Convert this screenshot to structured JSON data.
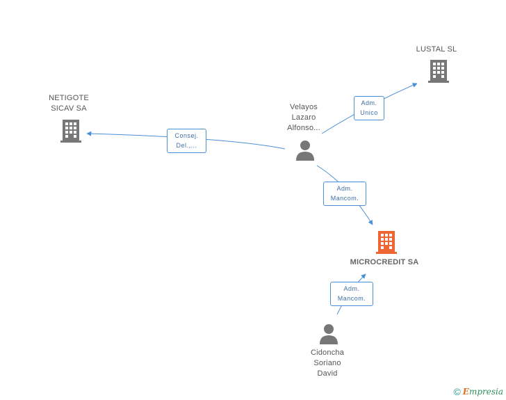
{
  "nodes": {
    "lustal": {
      "label": "LUSTAL SL",
      "type": "company"
    },
    "netigote": {
      "label_line1": "NETIGOTE",
      "label_line2": "SICAV SA",
      "type": "company"
    },
    "velayos": {
      "label_line1": "Velayos",
      "label_line2": "Lazaro",
      "label_line3": "Alfonso...",
      "type": "person"
    },
    "microcredit": {
      "label": "MICROCREDIT SA",
      "type": "company-main"
    },
    "cidoncha": {
      "label_line1": "Cidoncha",
      "label_line2": "Soriano",
      "label_line3": "David",
      "type": "person"
    }
  },
  "edges": {
    "velayos_lustal": {
      "line1": "Adm.",
      "line2": "Unico"
    },
    "velayos_netigote": {
      "line1": "Consej.",
      "line2": "Del.,..."
    },
    "velayos_microcredit": {
      "line1": "Adm.",
      "line2": "Mancom."
    },
    "cidoncha_microcredit": {
      "line1": "Adm.",
      "line2": "Mancom."
    }
  },
  "footer": {
    "copyright": "©",
    "brand_initial": "E",
    "brand_rest": "mpresia"
  },
  "colors": {
    "edge": "#4a90d9",
    "company_icon": "#777777",
    "main_company_icon": "#ee6633",
    "person_icon": "#777777"
  }
}
